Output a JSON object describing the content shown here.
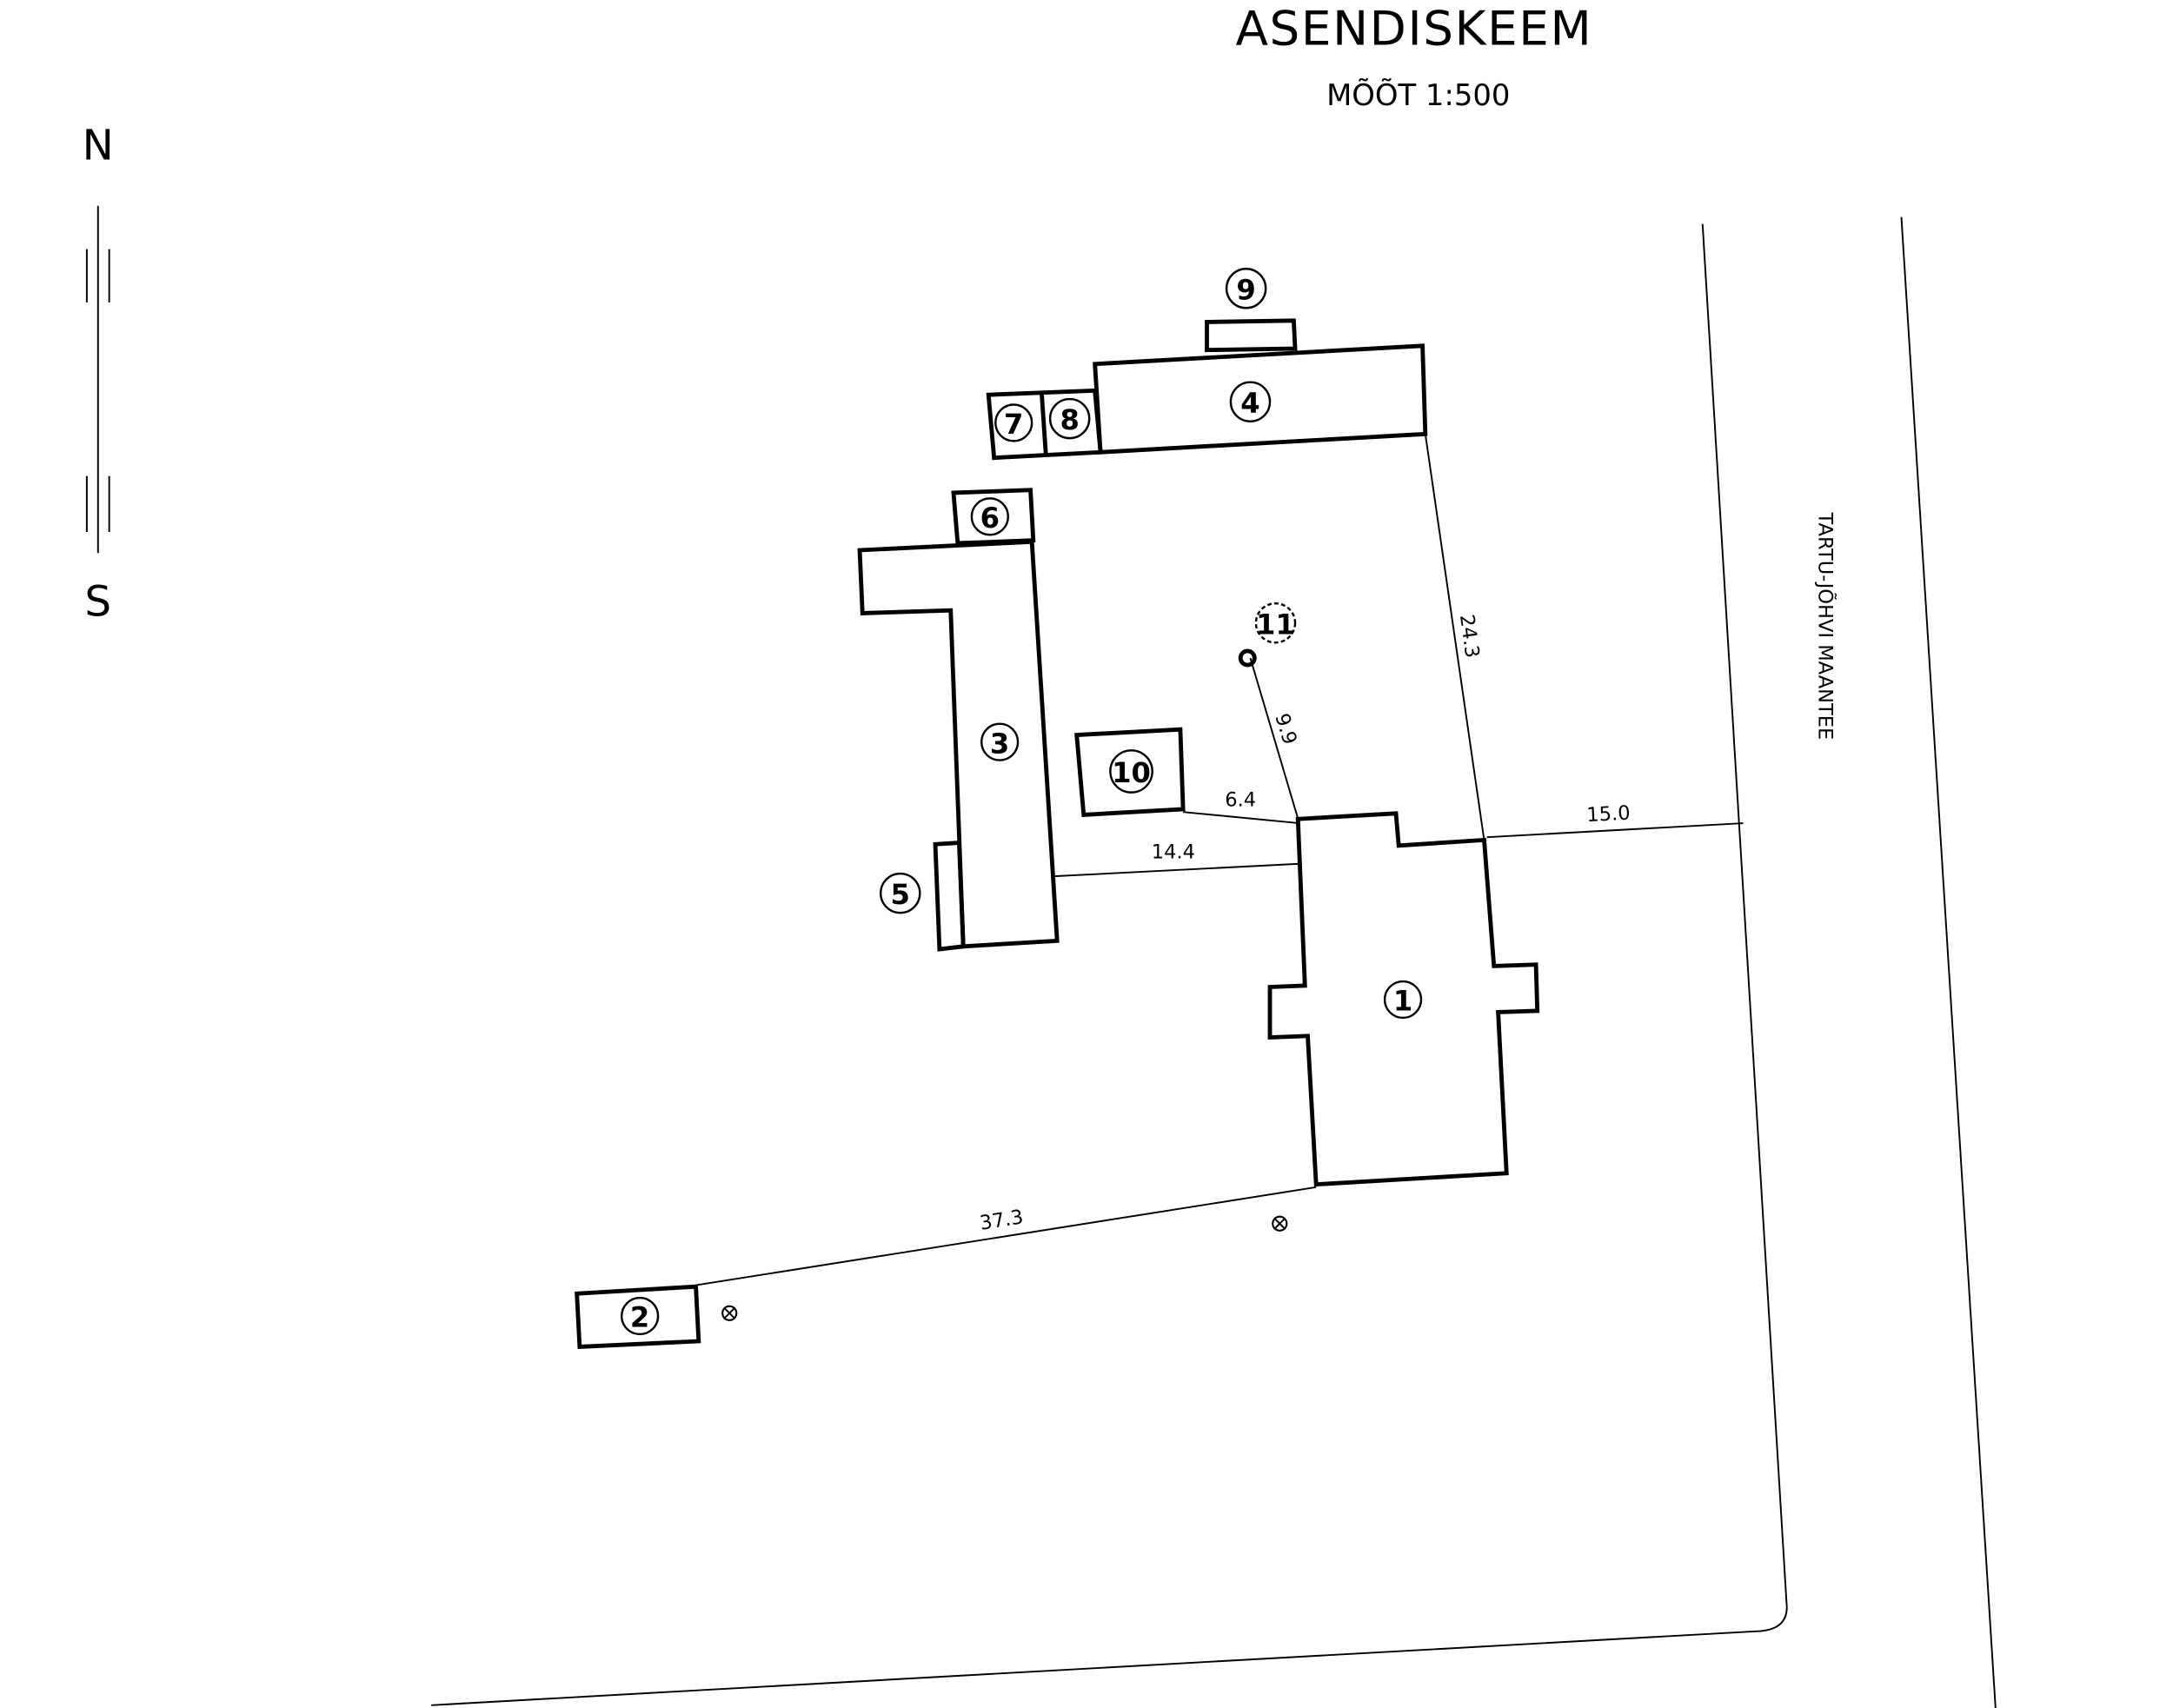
{
  "title": "ASENDISKEEM",
  "scale": "MÕÕT 1:500",
  "north_arrow": {
    "north": "N",
    "south": "S"
  },
  "road_label": "TARTU-JÕHVI MAANTEE",
  "buildings": [
    {
      "id": "1"
    },
    {
      "id": "2"
    },
    {
      "id": "3"
    },
    {
      "id": "4"
    },
    {
      "id": "5"
    },
    {
      "id": "6"
    },
    {
      "id": "7"
    },
    {
      "id": "8"
    },
    {
      "id": "9"
    },
    {
      "id": "10"
    },
    {
      "id": "11"
    }
  ],
  "dimensions": {
    "d_24_3": "24.3",
    "d_15_0": "15.0",
    "d_14_4": "14.4",
    "d_6_4": "6.4",
    "d_9_9": "9.9",
    "d_37_3": "37.3"
  }
}
